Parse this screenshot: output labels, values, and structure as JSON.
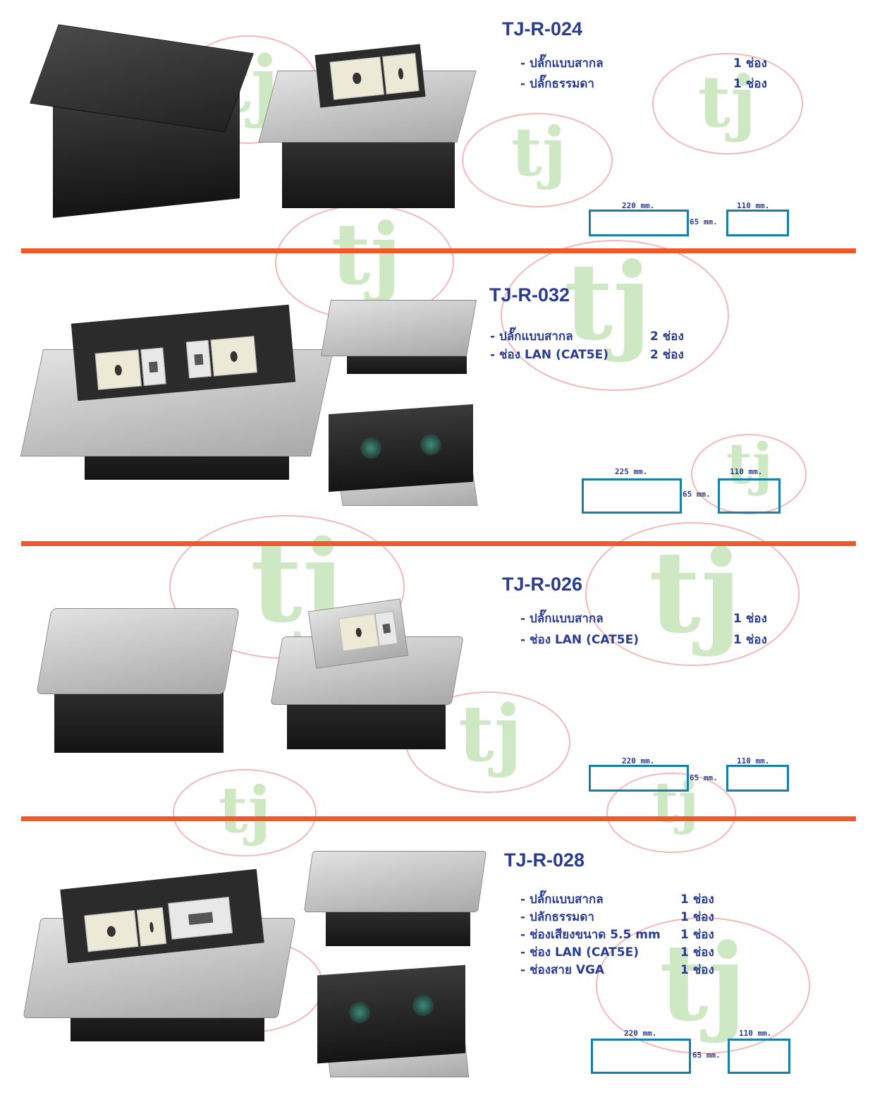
{
  "products": [
    {
      "model": "TJ-R-024",
      "specs": [
        {
          "label": "- ปลั๊กแบบสากล",
          "qty": "1 ช่อง"
        },
        {
          "label": "- ปลั๊กธรรมดา",
          "qty": "1 ช่อง"
        }
      ],
      "dims": {
        "length": "220 mm.",
        "width": "110 mm.",
        "height": "65 mm."
      }
    },
    {
      "model": "TJ-R-032",
      "specs": [
        {
          "label": "- ปลั๊กแบบสากล",
          "qty": "2 ช่อง"
        },
        {
          "label": "- ช่อง LAN (CAT5E)",
          "qty": "2 ช่อง"
        }
      ],
      "dims": {
        "length": "225 mm.",
        "width": "110 mm.",
        "height": "65 mm."
      }
    },
    {
      "model": "TJ-R-026",
      "specs": [
        {
          "label": "- ปลั๊กแบบสากล",
          "qty": "1 ช่อง"
        },
        {
          "label": "- ช่อง LAN (CAT5E)",
          "qty": "1 ช่อง"
        }
      ],
      "dims": {
        "length": "220 mm.",
        "width": "110 mm.",
        "height": "65 mm."
      }
    },
    {
      "model": "TJ-R-028",
      "specs": [
        {
          "label": "- ปลั๊กแบบสากล",
          "qty": "1 ช่อง"
        },
        {
          "label": "- ปลักธรรมดา",
          "qty": "1 ช่อง"
        },
        {
          "label": "- ช่องเสียงขนาด 5.5 mm",
          "qty": "1 ช่อง"
        },
        {
          "label": "- ช่อง LAN (CAT5E)",
          "qty": "1 ช่อง"
        },
        {
          "label": "- ช่องสาย VGA",
          "qty": "1 ช่อง"
        }
      ],
      "dims": {
        "length": "220 mm.",
        "width": "110 mm.",
        "height": "65 mm."
      }
    }
  ],
  "watermark": {
    "text": "tj"
  },
  "colors": {
    "divider": "#f05a2a",
    "text": "#2a3c8f",
    "dimension_box": "#1a7fa8",
    "watermark_ring": "#f4b8b8",
    "watermark_text": "#cfe8c4"
  }
}
